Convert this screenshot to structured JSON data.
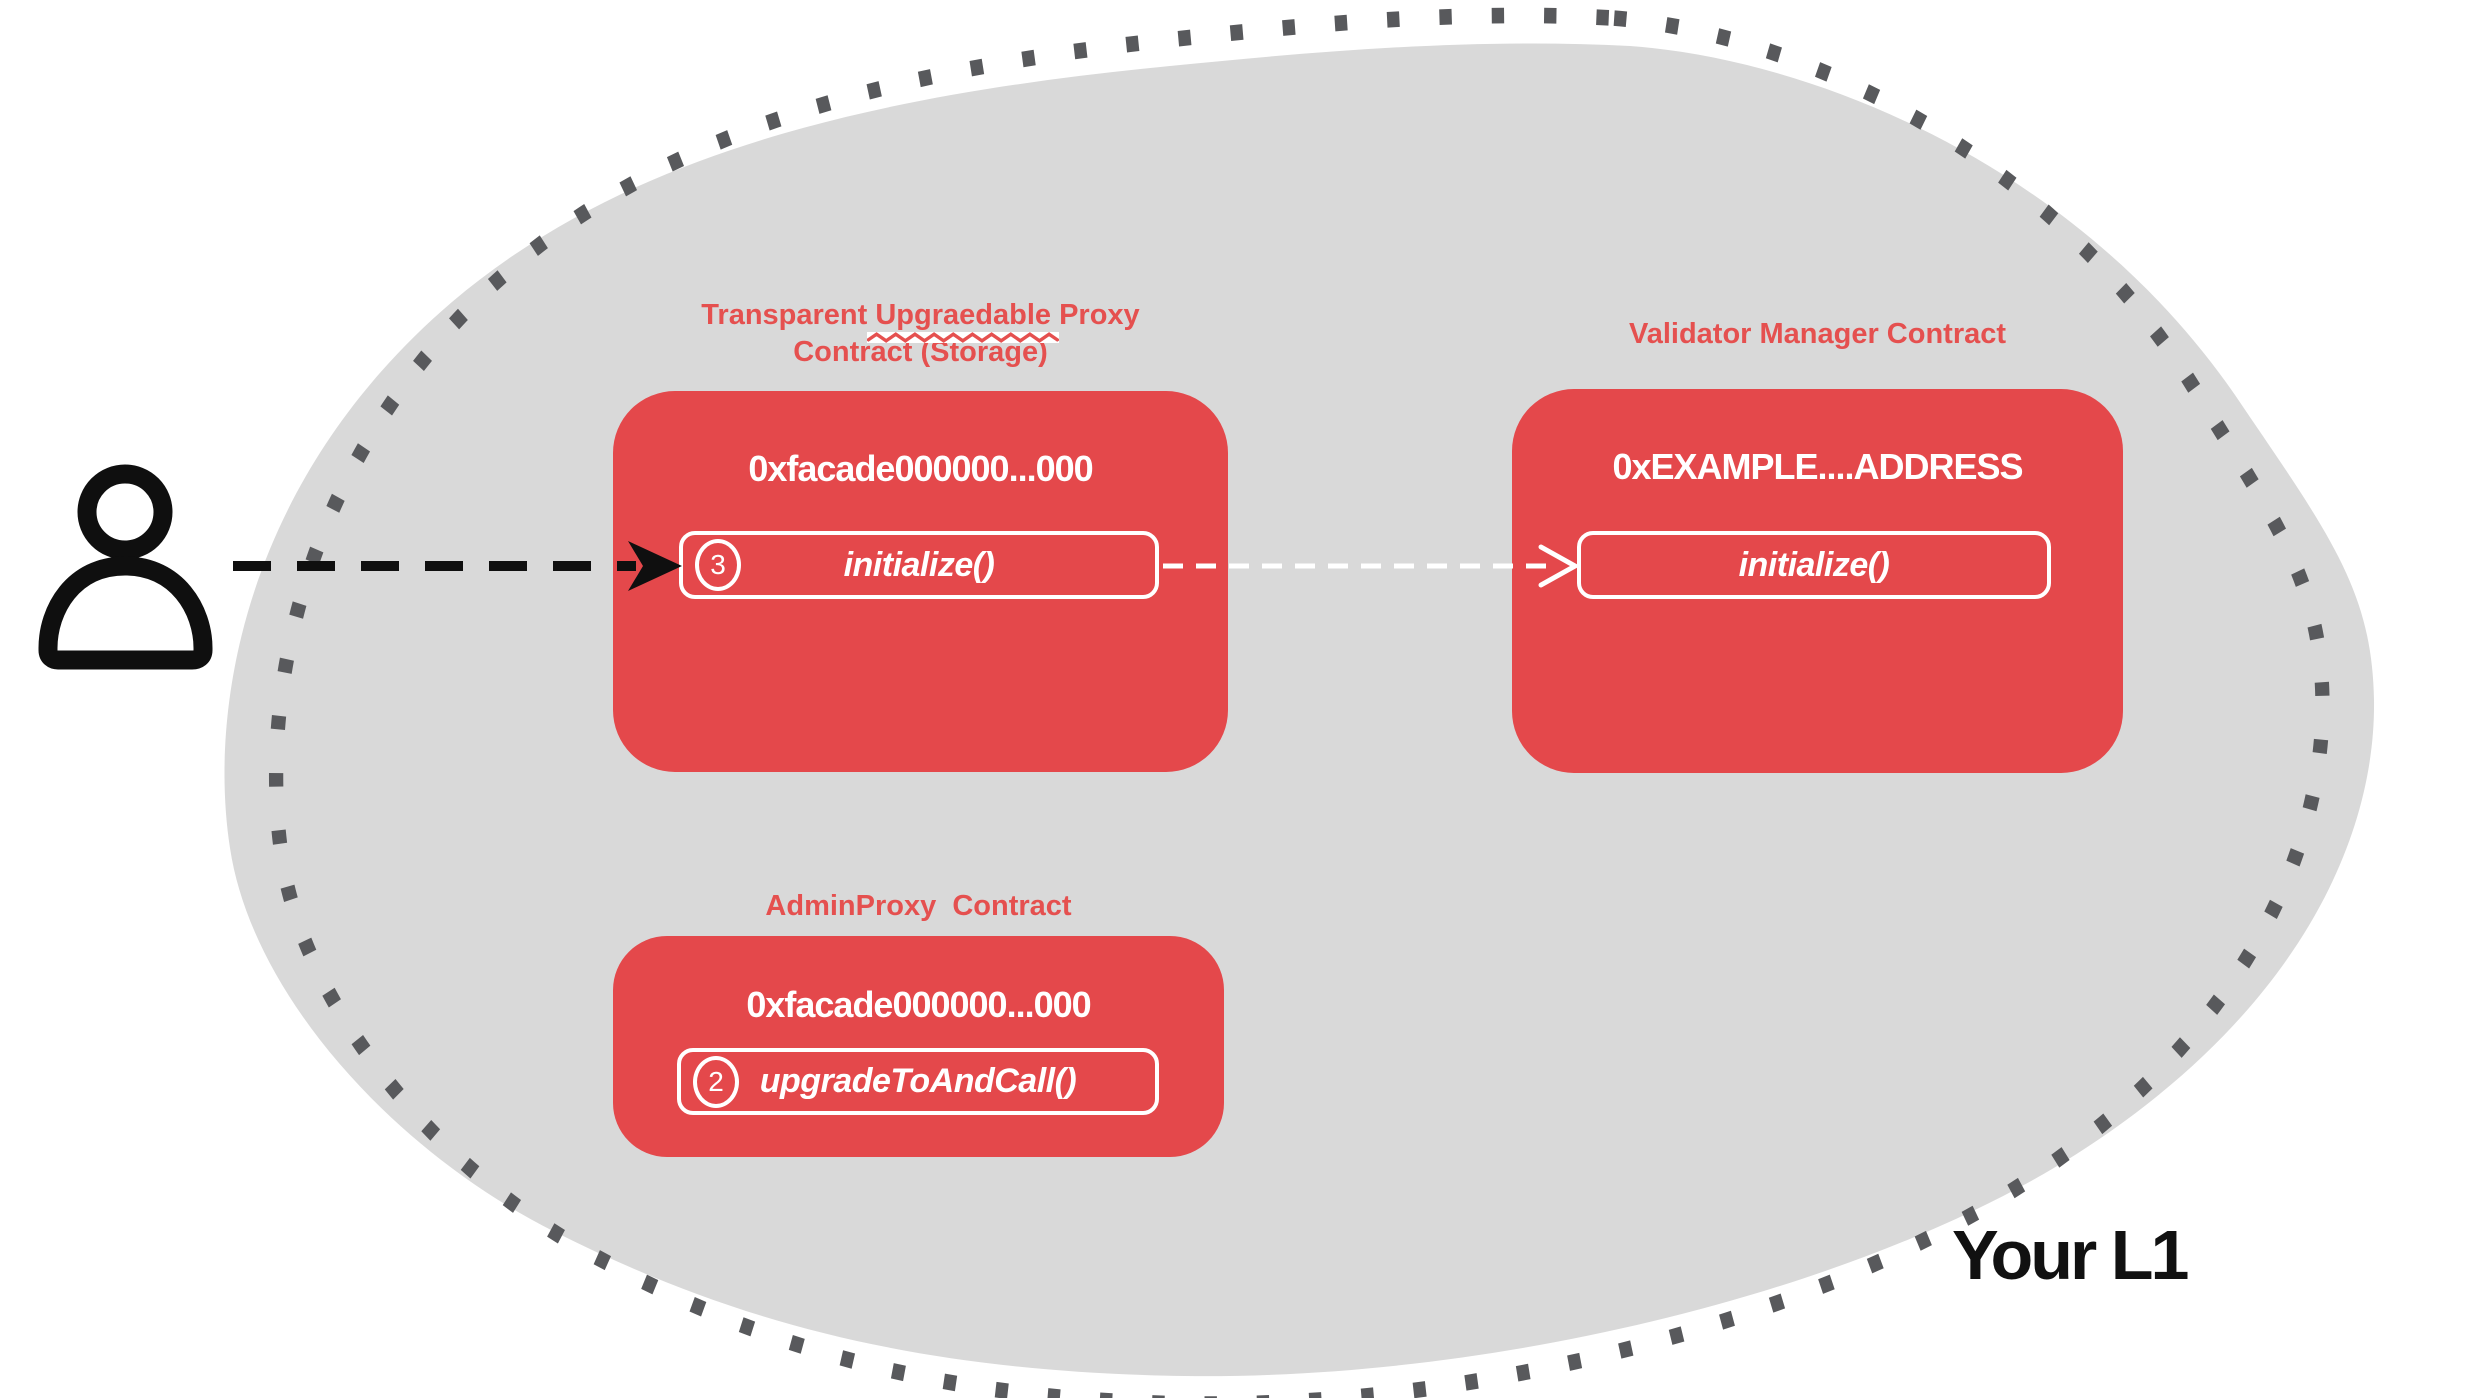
{
  "diagram": {
    "region": {
      "label": "Your L1"
    },
    "proxy_contract": {
      "title_prefix": "Transparent ",
      "title_misspelled_word": "Upgraedable",
      "title_suffix": " Proxy",
      "title_line2": "Contract (Storage)",
      "address": "0xfacade000000...000",
      "step_number": "3",
      "method_label": "initialize()"
    },
    "validator_contract": {
      "title": "Validator Manager Contract",
      "address": "0xEXAMPLE....ADDRESS",
      "method_label": "initialize()"
    },
    "admin_contract": {
      "title": "AdminProxy  Contract",
      "address": "0xfacade000000...000",
      "step_number": "2",
      "method_label": "upgradeToAndCall()"
    },
    "colors": {
      "contract_red": "#E4484B",
      "title_red": "#E5504F",
      "blob_gray": "#D9D9D9",
      "dot_gray": "#58595C",
      "ink_black": "#0F0F0F"
    }
  }
}
